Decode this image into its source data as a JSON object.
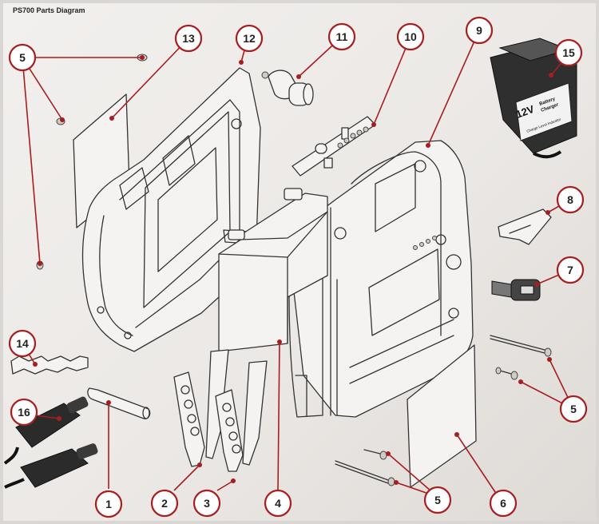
{
  "diagram": {
    "title": "PS700 Parts Diagram",
    "callouts": [
      {
        "id": "c1",
        "label": "1"
      },
      {
        "id": "c2",
        "label": "2"
      },
      {
        "id": "c3",
        "label": "3"
      },
      {
        "id": "c4",
        "label": "4"
      },
      {
        "id": "c5a",
        "label": "5"
      },
      {
        "id": "c5b",
        "label": "5"
      },
      {
        "id": "c5c",
        "label": "5"
      },
      {
        "id": "c6",
        "label": "6"
      },
      {
        "id": "c7",
        "label": "7"
      },
      {
        "id": "c8",
        "label": "8"
      },
      {
        "id": "c9",
        "label": "9"
      },
      {
        "id": "c10",
        "label": "10"
      },
      {
        "id": "c11",
        "label": "11"
      },
      {
        "id": "c12",
        "label": "12"
      },
      {
        "id": "c13",
        "label": "13"
      },
      {
        "id": "c14",
        "label": "14"
      },
      {
        "id": "c15",
        "label": "15"
      },
      {
        "id": "c16",
        "label": "16"
      }
    ],
    "charger_label": {
      "voltage": "12V",
      "line1": "Battery",
      "line2": "Charger",
      "indicator": "Charge Level Indicator"
    },
    "colors": {
      "callout_ring": "#a81e1e",
      "line_art": "#333333",
      "sheet": "#efedeb",
      "charger_body": "#2f2f2f"
    }
  }
}
